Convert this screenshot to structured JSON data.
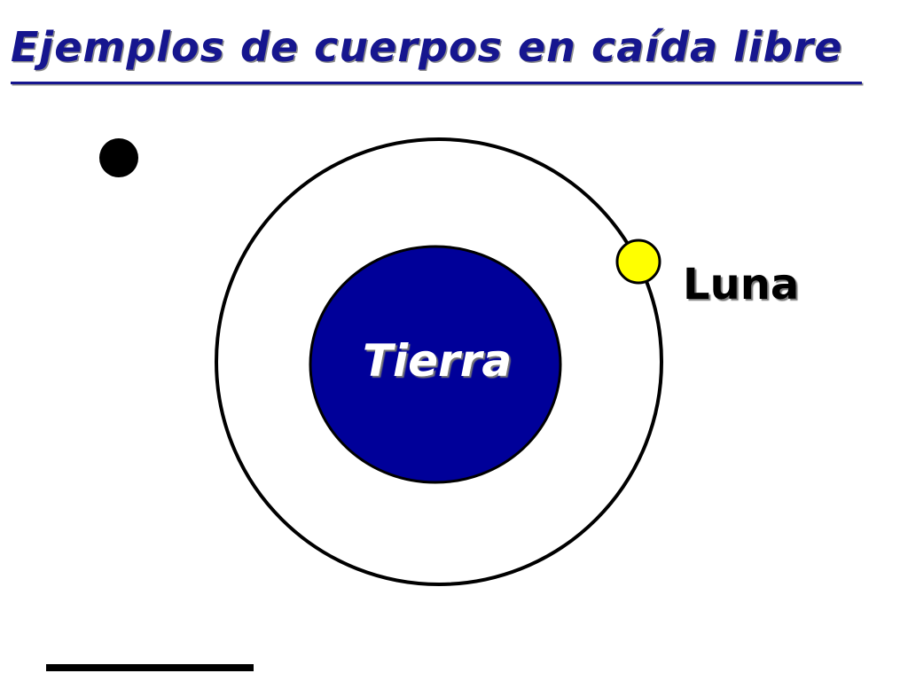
{
  "title": "Ejemplos de cuerpos en caída libre",
  "diagram": {
    "earth_label": "Tierra",
    "moon_label": "Luna",
    "colors": {
      "title": "#16168f",
      "earth_fill": "#000099",
      "moon_fill": "#ffff00",
      "outline": "#000000",
      "earth_label": "#ffffff"
    }
  }
}
